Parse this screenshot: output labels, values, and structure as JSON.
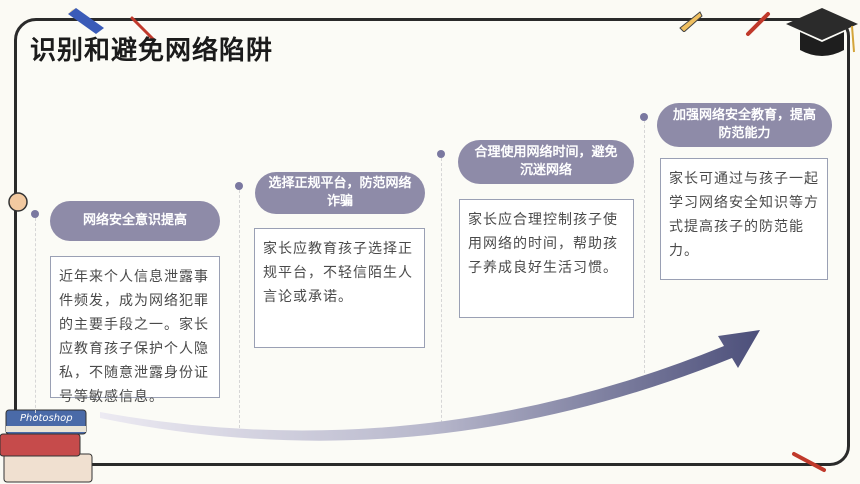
{
  "title": "识别和避免网络陷阱",
  "steps": [
    {
      "heading": "网络安全意识提高",
      "body": "近年来个人信息泄露事件频发，成为网络犯罪的主要手段之一。家长应教育孩子保护个人隐私，不随意泄露身份证号等敏感信息。"
    },
    {
      "heading": "选择正规平台，防范网络诈骗",
      "body": "家长应教育孩子选择正规平台，不轻信陌生人言论或承诺。"
    },
    {
      "heading": "合理使用网络时间，避免沉迷网络",
      "body": "家长应合理控制孩子使用网络的时间，帮助孩子养成良好生活习惯。"
    },
    {
      "heading": "加强网络安全教育，提高防范能力",
      "body": "家长可通过与孩子一起学习网络安全知识等方式提高孩子的防范能力。"
    }
  ],
  "book_label": "Photoshop",
  "colors": {
    "pill": "#8e8ba8",
    "arrow": "#4c4f7a",
    "card_border": "#9aa0b4"
  }
}
